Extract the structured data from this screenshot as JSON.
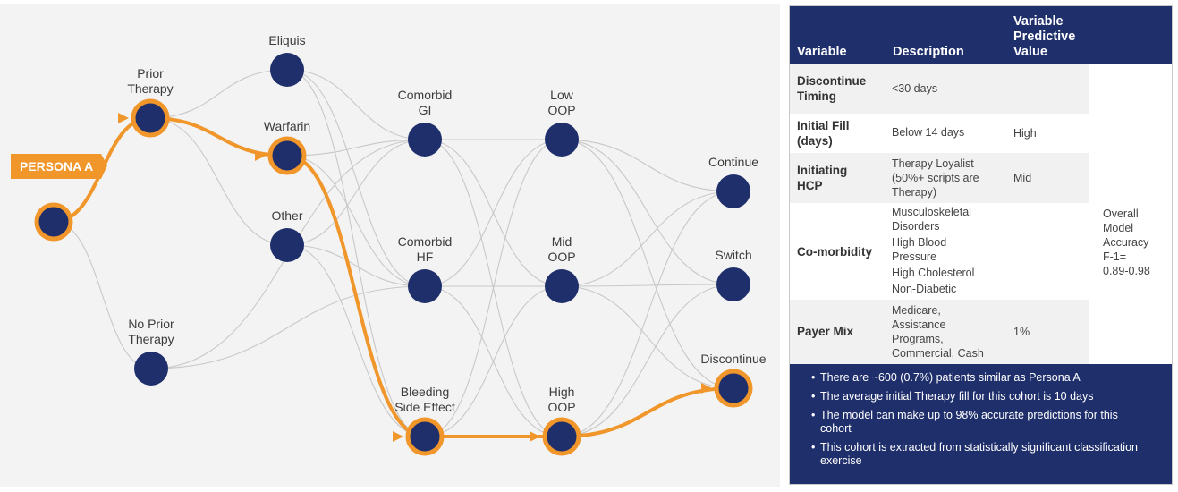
{
  "diagram": {
    "persona_label": "PERSONA A",
    "nodes": {
      "start": "",
      "prior_therapy": [
        "Prior",
        "Therapy"
      ],
      "no_prior_therapy": [
        "No Prior",
        "Therapy"
      ],
      "eliquis": [
        "Eliquis"
      ],
      "warfarin": [
        "Warfarin"
      ],
      "other": [
        "Other"
      ],
      "comorbid_gi": [
        "Comorbid",
        "GI"
      ],
      "comorbid_hf": [
        "Comorbid",
        "HF"
      ],
      "bleeding": [
        "Bleeding",
        "Side Effect"
      ],
      "low_oop": [
        "Low",
        "OOP"
      ],
      "mid_oop": [
        "Mid",
        "OOP"
      ],
      "high_oop": [
        "High",
        "OOP"
      ],
      "continue": [
        "Continue"
      ],
      "switch": [
        "Switch"
      ],
      "discontinue": [
        "Discontinue"
      ]
    },
    "highlighted_path": [
      "start",
      "prior_therapy",
      "warfarin",
      "bleeding",
      "high_oop",
      "discontinue"
    ],
    "colors": {
      "node": "#1f2f6b",
      "highlight": "#f0962a",
      "link": "#c8c8c8",
      "background": "#f3f3f3"
    }
  },
  "table": {
    "headers": {
      "variable": "Variable",
      "description": "Description",
      "predictive_value": [
        "Variable",
        "Predictive",
        "Value"
      ]
    },
    "rows": [
      {
        "variable": [
          "Discontinue",
          "Timing"
        ],
        "description": [
          "<30 days"
        ],
        "value": ""
      },
      {
        "variable": [
          "Initial Fill",
          "(days)"
        ],
        "description": [
          "Below 14 days"
        ],
        "value": "High"
      },
      {
        "variable": [
          "Initiating",
          "HCP"
        ],
        "description": [
          "Therapy Loyalist",
          "(50%+ scripts are",
          "Therapy)"
        ],
        "value": "Mid"
      },
      {
        "variable": [
          "Co-morbidity"
        ],
        "description": [
          "Musculoskeletal",
          "Disorders",
          "High Blood",
          "Pressure",
          "High Cholesterol",
          "Non-Diabetic"
        ],
        "value": ""
      },
      {
        "variable": [
          "Payer Mix"
        ],
        "description": [
          "Medicare,",
          "Assistance",
          "Programs,",
          "Commercial, Cash"
        ],
        "value": "1%"
      }
    ],
    "overall": [
      "Overall",
      "Model",
      "Accuracy",
      "F-1=",
      "0.89-0.98"
    ]
  },
  "notes": [
    "There are ~600 (0.7%) patients similar as Persona A",
    "The average initial Therapy fill for this cohort is 10 days",
    "The model can make up to 98% accurate predictions for this cohort",
    "This cohort is extracted from statistically significant classification exercise"
  ]
}
